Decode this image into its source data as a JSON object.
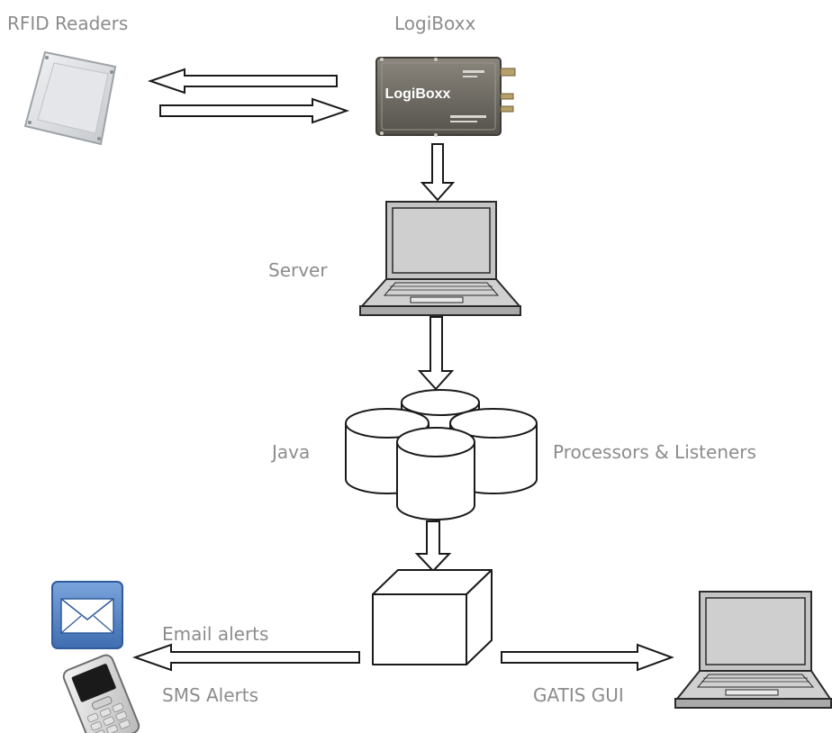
{
  "labels": {
    "rfid_readers": "RFID Readers",
    "logiboxx": "LogiBoxx",
    "server": "Server",
    "java": "Java",
    "processors_listeners": "Processors & Listeners",
    "email_alerts": "Email alerts",
    "sms_alerts": "SMS Alerts",
    "gatis_gui": "GATIS GUI"
  },
  "device": {
    "brand_text": "LogiBoxx"
  },
  "icons": {
    "rfid_reader": "rfid-reader-icon",
    "logiboxx_device": "logiboxx-device-icon",
    "server_laptop": "laptop-icon",
    "java_processors": "database-cylinders-icon",
    "output_box": "cube-icon",
    "email": "envelope-icon",
    "sms": "mobile-phone-icon",
    "gui_laptop": "laptop-icon"
  },
  "colors": {
    "label_text": "#8c8c8c",
    "stroke": "#1a1a1a",
    "device_body": "#6d6a62",
    "laptop_gray": "#c8c8c8",
    "email_blue": "#4f7fc0"
  }
}
